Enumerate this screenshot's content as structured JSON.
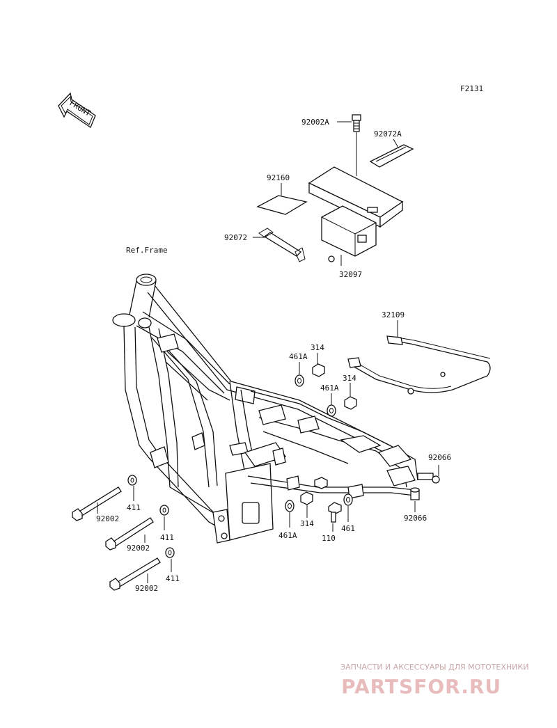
{
  "figure_id": "F2131",
  "front_label": "FRONT",
  "ref_note": "Ref.Frame",
  "callouts": {
    "c92002A": "92002A",
    "c92072A": "92072A",
    "c92160": "92160",
    "c92072": "92072",
    "c32097": "32097",
    "c32109": "32109",
    "c314_top": "314",
    "c461A_top": "461A",
    "c461A_mid": "461A",
    "c314_mid": "314",
    "c92066_top": "92066",
    "c92066_bot": "92066",
    "c411_1": "411",
    "c92002_1": "92002",
    "c411_2": "411",
    "c92002_2": "92002",
    "c411_3": "411",
    "c92002_3": "92002",
    "c314_bot": "314",
    "c461A_bot": "461A",
    "c110": "110",
    "c461": "461"
  },
  "watermark": {
    "tagline": "ЗАПЧАСТИ И АКСЕССУАРЫ ДЛЯ МОТОТЕХНИКИ",
    "brand": "PARTSFOR.RU"
  }
}
